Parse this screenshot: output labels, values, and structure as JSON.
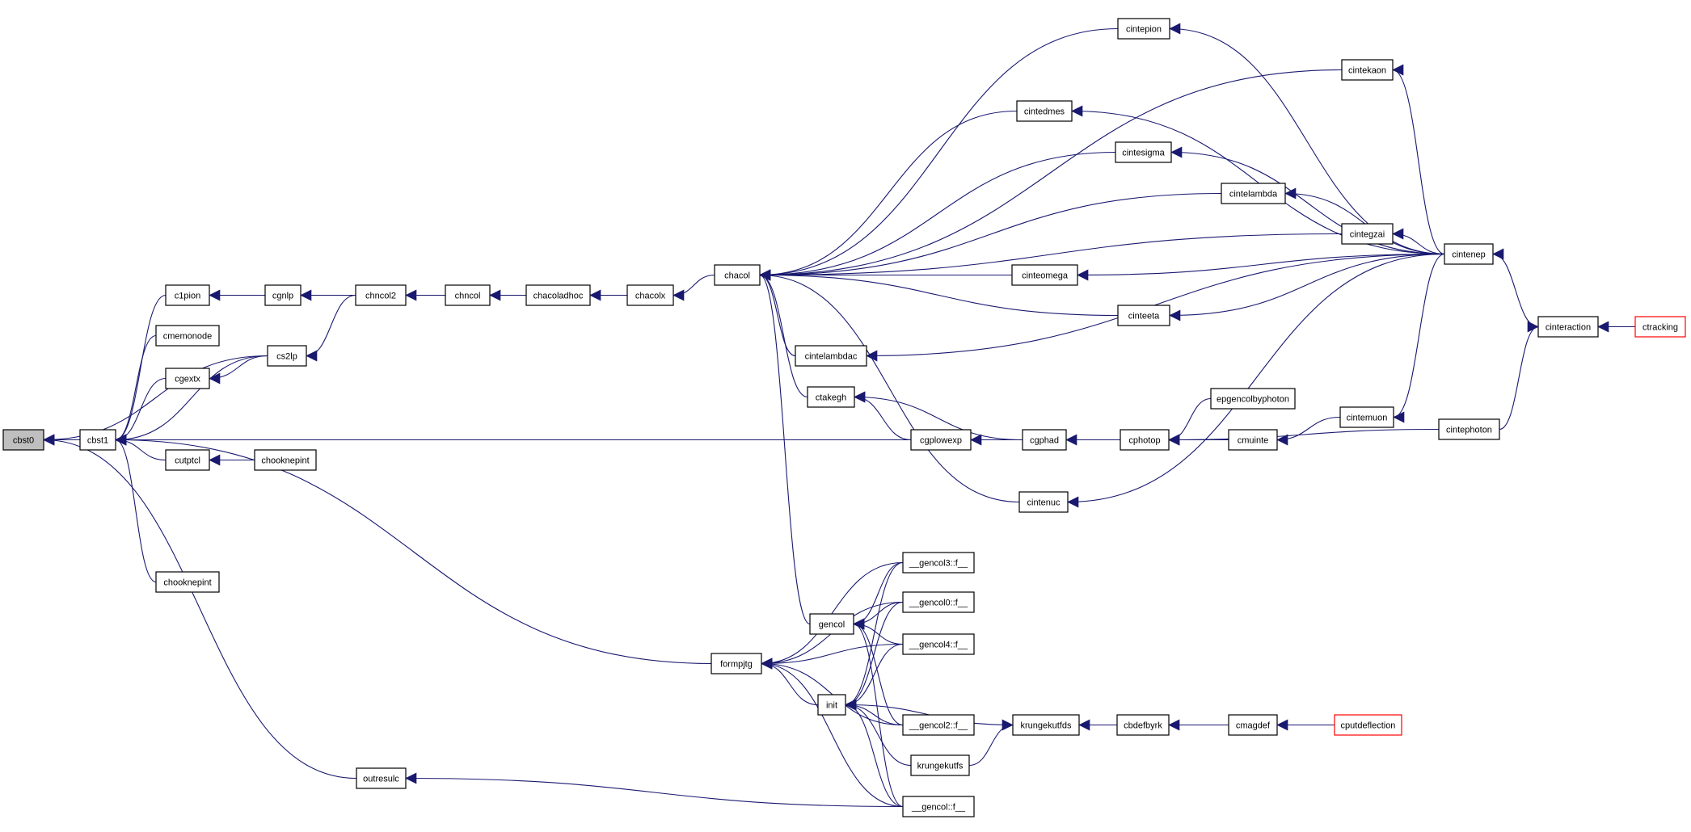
{
  "colors": {
    "edge": "#191970",
    "node_border": "#000000",
    "node_fill": "#ffffff",
    "highlight_fill": "#bfbfbf",
    "external_border": "#ff0000"
  },
  "nodes": [
    {
      "id": "cbst0",
      "label": "cbst0",
      "style": "highlight"
    },
    {
      "id": "cbst1",
      "label": "cbst1",
      "style": "normal"
    },
    {
      "id": "c1pion",
      "label": "c1pion",
      "style": "normal"
    },
    {
      "id": "cgnlp",
      "label": "cgnlp",
      "style": "normal"
    },
    {
      "id": "chncol2",
      "label": "chncol2",
      "style": "normal"
    },
    {
      "id": "chncol",
      "label": "chncol",
      "style": "normal"
    },
    {
      "id": "chacoladhoc",
      "label": "chacoladhoc",
      "style": "normal"
    },
    {
      "id": "chacolx",
      "label": "chacolx",
      "style": "normal"
    },
    {
      "id": "chacol",
      "label": "chacol",
      "style": "normal"
    },
    {
      "id": "cmemonode",
      "label": "cmemonode",
      "style": "normal"
    },
    {
      "id": "cgextx",
      "label": "cgextx",
      "style": "normal"
    },
    {
      "id": "cs2lp",
      "label": "cs2lp",
      "style": "normal"
    },
    {
      "id": "cutptcl",
      "label": "cutptcl",
      "style": "normal"
    },
    {
      "id": "chooknepint1",
      "label": "chooknepint",
      "style": "normal"
    },
    {
      "id": "chooknepint2",
      "label": "chooknepint",
      "style": "normal"
    },
    {
      "id": "outresulc",
      "label": "outresulc",
      "style": "normal"
    },
    {
      "id": "cintepion",
      "label": "cintepion",
      "style": "normal"
    },
    {
      "id": "cintekaon",
      "label": "cintekaon",
      "style": "normal"
    },
    {
      "id": "cintedmes",
      "label": "cintedmes",
      "style": "normal"
    },
    {
      "id": "cintesigma",
      "label": "cintesigma",
      "style": "normal"
    },
    {
      "id": "cintelambda",
      "label": "cintelambda",
      "style": "normal"
    },
    {
      "id": "cintegzai",
      "label": "cintegzai",
      "style": "normal"
    },
    {
      "id": "cinteomega",
      "label": "cinteomega",
      "style": "normal"
    },
    {
      "id": "cinteeta",
      "label": "cinteeta",
      "style": "normal"
    },
    {
      "id": "cintelambdac",
      "label": "cintelambdac",
      "style": "normal"
    },
    {
      "id": "ctakegh",
      "label": "ctakegh",
      "style": "normal"
    },
    {
      "id": "cgplowexp",
      "label": "cgplowexp",
      "style": "normal"
    },
    {
      "id": "cgphad",
      "label": "cgphad",
      "style": "normal"
    },
    {
      "id": "cphotop",
      "label": "cphotop",
      "style": "normal"
    },
    {
      "id": "epgencolbyphoton",
      "label": "epgencolbyphoton",
      "style": "normal"
    },
    {
      "id": "cmuinte",
      "label": "cmuinte",
      "style": "normal"
    },
    {
      "id": "cintemuon",
      "label": "cintemuon",
      "style": "normal"
    },
    {
      "id": "cintenuc",
      "label": "cintenuc",
      "style": "normal"
    },
    {
      "id": "cintenep",
      "label": "cintenep",
      "style": "normal"
    },
    {
      "id": "cinteraction",
      "label": "cinteraction",
      "style": "normal"
    },
    {
      "id": "ctracking",
      "label": "ctracking",
      "style": "external"
    },
    {
      "id": "cintephoton",
      "label": "cintephoton",
      "style": "normal"
    },
    {
      "id": "formpjtg",
      "label": "formpjtg",
      "style": "normal"
    },
    {
      "id": "gencol",
      "label": "gencol",
      "style": "normal"
    },
    {
      "id": "init",
      "label": "init",
      "style": "normal"
    },
    {
      "id": "gencol3",
      "label": "__gencol3::f__",
      "style": "normal"
    },
    {
      "id": "gencol0",
      "label": "__gencol0::f__",
      "style": "normal"
    },
    {
      "id": "gencol4",
      "label": "__gencol4::f__",
      "style": "normal"
    },
    {
      "id": "gencol2",
      "label": "__gencol2::f__",
      "style": "normal"
    },
    {
      "id": "gencolf",
      "label": "__gencol::f__",
      "style": "normal"
    },
    {
      "id": "krungekutfs",
      "label": "krungekutfs",
      "style": "normal"
    },
    {
      "id": "krungekutfds",
      "label": "krungekutfds",
      "style": "normal"
    },
    {
      "id": "cbdefbyrk",
      "label": "cbdefbyrk",
      "style": "normal"
    },
    {
      "id": "cmagdef",
      "label": "cmagdef",
      "style": "normal"
    },
    {
      "id": "cputdeflection",
      "label": "cputdeflection",
      "style": "external"
    }
  ],
  "edges": [
    {
      "from": "cbst1",
      "to": "cbst0"
    },
    {
      "from": "cs2lp",
      "to": "cbst0"
    },
    {
      "from": "outresulc",
      "to": "cbst0"
    },
    {
      "from": "c1pion",
      "to": "cbst1"
    },
    {
      "from": "cmemonode",
      "to": "cbst1"
    },
    {
      "from": "cgextx",
      "to": "cbst1"
    },
    {
      "from": "cs2lp",
      "to": "cbst1"
    },
    {
      "from": "cutptcl",
      "to": "cbst1"
    },
    {
      "from": "chooknepint2",
      "to": "cbst1"
    },
    {
      "from": "cgplowexp",
      "to": "cbst1"
    },
    {
      "from": "formpjtg",
      "to": "cbst1"
    },
    {
      "from": "cgnlp",
      "to": "c1pion"
    },
    {
      "from": "chncol2",
      "to": "cgnlp"
    },
    {
      "from": "chncol",
      "to": "chncol2"
    },
    {
      "from": "chacoladhoc",
      "to": "chncol"
    },
    {
      "from": "chacolx",
      "to": "chacoladhoc"
    },
    {
      "from": "chacol",
      "to": "chacolx"
    },
    {
      "from": "cs2lp",
      "to": "cgextx"
    },
    {
      "from": "chncol2",
      "to": "cs2lp"
    },
    {
      "from": "chooknepint1",
      "to": "cutptcl"
    },
    {
      "from": "gencolf",
      "to": "outresulc"
    },
    {
      "from": "cintepion",
      "to": "chacol"
    },
    {
      "from": "cintekaon",
      "to": "chacol"
    },
    {
      "from": "cintedmes",
      "to": "chacol"
    },
    {
      "from": "cintesigma",
      "to": "chacol"
    },
    {
      "from": "cintelambda",
      "to": "chacol"
    },
    {
      "from": "cintegzai",
      "to": "chacol"
    },
    {
      "from": "cinteomega",
      "to": "chacol"
    },
    {
      "from": "cinteeta",
      "to": "chacol"
    },
    {
      "from": "cintelambdac",
      "to": "chacol"
    },
    {
      "from": "ctakegh",
      "to": "chacol"
    },
    {
      "from": "cintenuc",
      "to": "chacol"
    },
    {
      "from": "gencol",
      "to": "chacol"
    },
    {
      "from": "cintenep",
      "to": "cintepion"
    },
    {
      "from": "cintenep",
      "to": "cintekaon"
    },
    {
      "from": "cintenep",
      "to": "cintedmes"
    },
    {
      "from": "cintenep",
      "to": "cintesigma"
    },
    {
      "from": "cintenep",
      "to": "cintelambda"
    },
    {
      "from": "cintenep",
      "to": "cintegzai"
    },
    {
      "from": "cintenep",
      "to": "cinteomega"
    },
    {
      "from": "cintenep",
      "to": "cinteeta"
    },
    {
      "from": "cintenep",
      "to": "cintelambdac"
    },
    {
      "from": "cintenep",
      "to": "cintenuc"
    },
    {
      "from": "cinteraction",
      "to": "cintenep"
    },
    {
      "from": "ctracking",
      "to": "cinteraction"
    },
    {
      "from": "cintephoton",
      "to": "cinteraction"
    },
    {
      "from": "cgplowexp",
      "to": "ctakegh"
    },
    {
      "from": "cgphad",
      "to": "ctakegh"
    },
    {
      "from": "cgphad",
      "to": "cgplowexp"
    },
    {
      "from": "cphotop",
      "to": "cgphad"
    },
    {
      "from": "epgencolbyphoton",
      "to": "cphotop"
    },
    {
      "from": "cmuinte",
      "to": "cphotop"
    },
    {
      "from": "cintephoton",
      "to": "cphotop"
    },
    {
      "from": "cintemuon",
      "to": "cmuinte"
    },
    {
      "from": "cintenep",
      "to": "cintemuon"
    },
    {
      "from": "gencol3",
      "to": "formpjtg"
    },
    {
      "from": "gencol0",
      "to": "formpjtg"
    },
    {
      "from": "gencol4",
      "to": "formpjtg"
    },
    {
      "from": "init",
      "to": "formpjtg"
    },
    {
      "from": "gencol2",
      "to": "formpjtg"
    },
    {
      "from": "gencolf",
      "to": "formpjtg"
    },
    {
      "from": "gencol3",
      "to": "gencol"
    },
    {
      "from": "gencol0",
      "to": "gencol"
    },
    {
      "from": "gencol4",
      "to": "gencol"
    },
    {
      "from": "gencol2",
      "to": "gencol"
    },
    {
      "from": "gencolf",
      "to": "gencol"
    },
    {
      "from": "gencol3",
      "to": "init"
    },
    {
      "from": "gencol0",
      "to": "init"
    },
    {
      "from": "gencol4",
      "to": "init"
    },
    {
      "from": "gencol2",
      "to": "init"
    },
    {
      "from": "gencolf",
      "to": "init"
    },
    {
      "from": "krungekutfds",
      "to": "init"
    },
    {
      "from": "krungekutfs",
      "to": "init"
    },
    {
      "from": "krungekutfs",
      "to": "krungekutfds"
    },
    {
      "from": "cbdefbyrk",
      "to": "krungekutfds"
    },
    {
      "from": "cmagdef",
      "to": "cbdefbyrk"
    },
    {
      "from": "cputdeflection",
      "to": "cmagdef"
    }
  ]
}
